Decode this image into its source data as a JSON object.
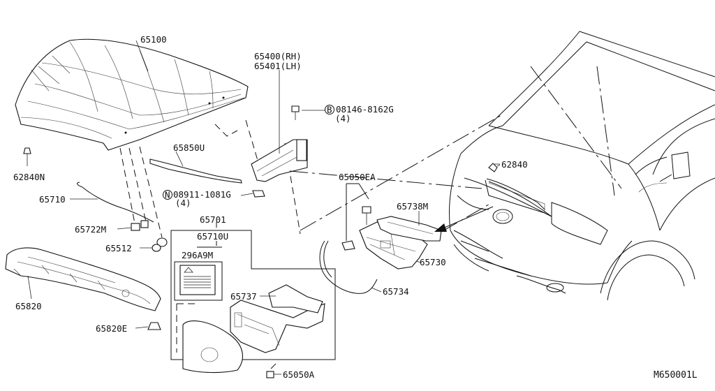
{
  "parts": [
    {
      "key": "p65100",
      "text": "65100"
    },
    {
      "key": "p65400",
      "text": "65400(RH)"
    },
    {
      "key": "p65401",
      "text": "65401(LH)"
    },
    {
      "key": "p08146",
      "text": "08146-8162G"
    },
    {
      "key": "p08146q",
      "text": "(4)"
    },
    {
      "key": "p65850U",
      "text": "65850U"
    },
    {
      "key": "p62840N",
      "text": "62840N"
    },
    {
      "key": "p08911",
      "text": "08911-1081G"
    },
    {
      "key": "p08911q",
      "text": "(4)"
    },
    {
      "key": "p65710",
      "text": "65710"
    },
    {
      "key": "p65722M",
      "text": "65722M"
    },
    {
      "key": "p65512",
      "text": "65512"
    },
    {
      "key": "p65701",
      "text": "65701"
    },
    {
      "key": "p65710U",
      "text": "65710U"
    },
    {
      "key": "p296A9M",
      "text": "296A9M"
    },
    {
      "key": "p65820",
      "text": "65820"
    },
    {
      "key": "p65820E",
      "text": "65820E"
    },
    {
      "key": "p65737",
      "text": "65737"
    },
    {
      "key": "p65050EA",
      "text": "65050EA"
    },
    {
      "key": "p65738M",
      "text": "65738M"
    },
    {
      "key": "p65730",
      "text": "65730"
    },
    {
      "key": "p65734",
      "text": "65734"
    },
    {
      "key": "p65050A",
      "text": "65050A"
    },
    {
      "key": "p62840",
      "text": "62840"
    }
  ],
  "circle_marks": {
    "bolt": "B",
    "nut": "N"
  },
  "ref_code": "M650001L"
}
